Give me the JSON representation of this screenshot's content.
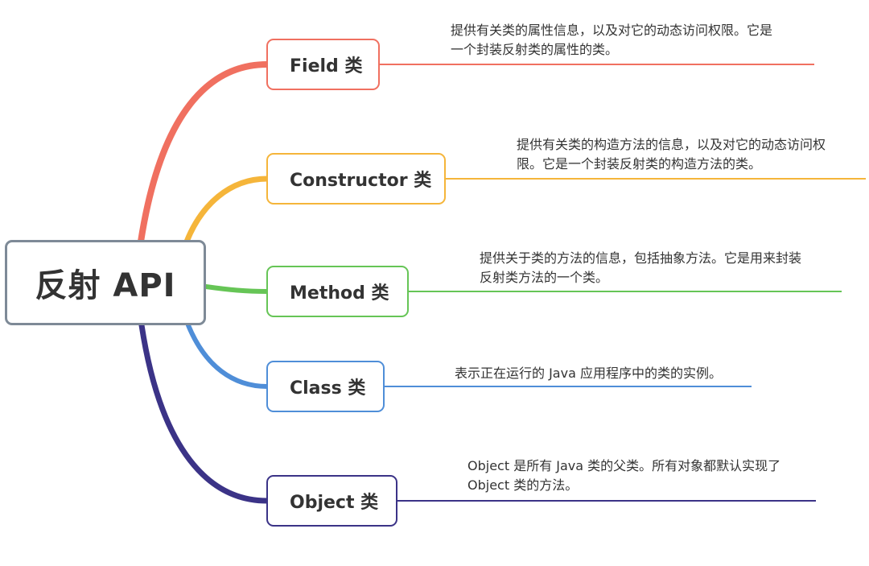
{
  "root": {
    "label": "反射 API",
    "color": "#7e8a97"
  },
  "branches": [
    {
      "id": "field",
      "label": "Field 类",
      "color": "#f07060",
      "description": [
        "提供有关类的属性信息，以及对它的动态访问权限。它是",
        "一个封装反射类的属性的类。"
      ]
    },
    {
      "id": "constructor",
      "label": "Constructor 类",
      "color": "#f5b53a",
      "description": [
        "提供有关类的构造方法的信息，以及对它的动态访问权",
        "限。它是一个封装反射类的构造方法的类。"
      ]
    },
    {
      "id": "method",
      "label": "Method 类",
      "color": "#66c556",
      "description": [
        "提供关于类的方法的信息，包括抽象方法。它是用来封装",
        "反射类方法的一个类。"
      ]
    },
    {
      "id": "class",
      "label": "Class 类",
      "color": "#4f8ed8",
      "description": [
        "表示正在运行的 Java 应用程序中的类的实例。"
      ]
    },
    {
      "id": "object",
      "label": "Object 类",
      "color": "#3b3387",
      "description": [
        "Object 是所有 Java 类的父类。所有对象都默认实现了",
        "Object 类的方法。"
      ]
    }
  ]
}
